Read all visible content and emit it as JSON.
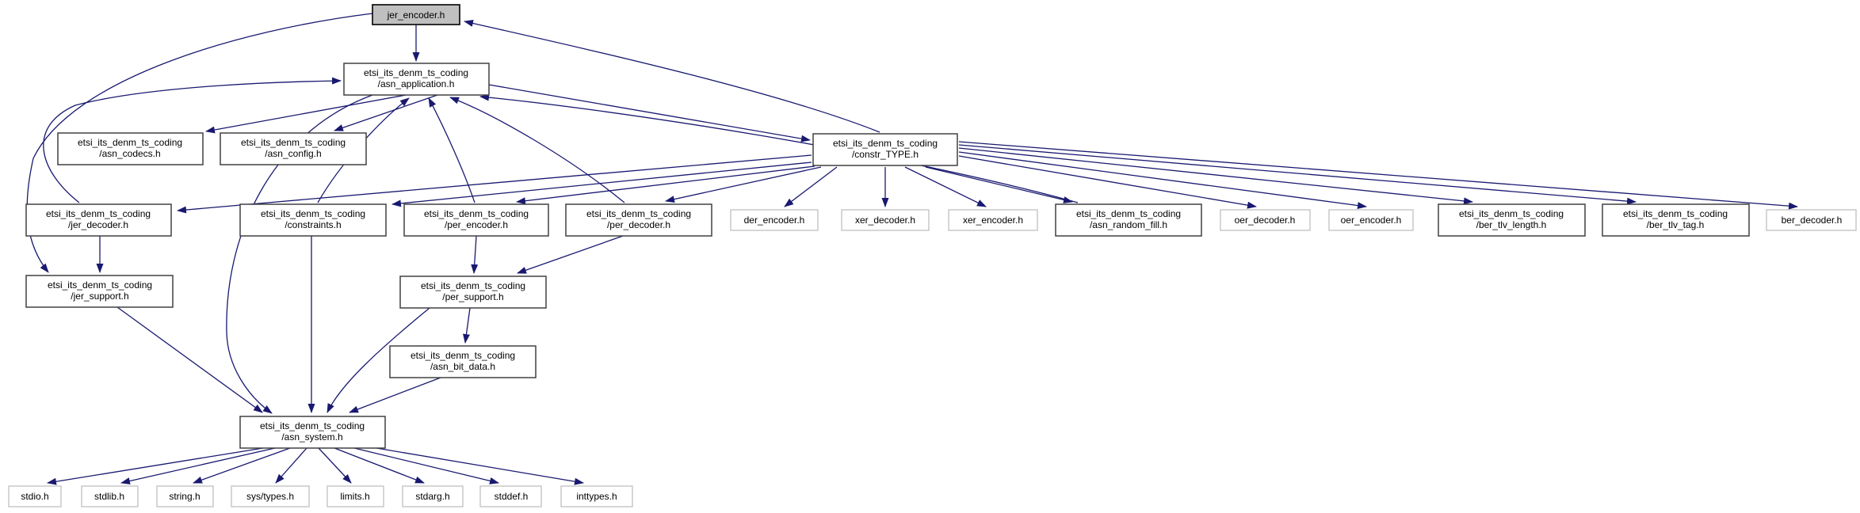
{
  "diagram": {
    "kind": "include-dependency-graph",
    "root": "jer_encoder.h",
    "colors": {
      "edge": "#191970",
      "internal_node_border": "#404040",
      "external_node_border": "#c0c0c0",
      "root_node_fill": "#bfbfbf",
      "node_fill": "#ffffff",
      "text": "#000000",
      "background": "#ffffff"
    },
    "nodes": {
      "jer_encoder": {
        "label": "jer_encoder.h"
      },
      "asn_application": {
        "line1": "etsi_its_denm_ts_coding",
        "line2": "/asn_application.h"
      },
      "asn_codecs": {
        "line1": "etsi_its_denm_ts_coding",
        "line2": "/asn_codecs.h"
      },
      "asn_config": {
        "line1": "etsi_its_denm_ts_coding",
        "line2": "/asn_config.h"
      },
      "constr_TYPE": {
        "line1": "etsi_its_denm_ts_coding",
        "line2": "/constr_TYPE.h"
      },
      "jer_decoder": {
        "line1": "etsi_its_denm_ts_coding",
        "line2": "/jer_decoder.h"
      },
      "constraints": {
        "line1": "etsi_its_denm_ts_coding",
        "line2": "/constraints.h"
      },
      "per_encoder": {
        "line1": "etsi_its_denm_ts_coding",
        "line2": "/per_encoder.h"
      },
      "per_decoder": {
        "line1": "etsi_its_denm_ts_coding",
        "line2": "/per_decoder.h"
      },
      "der_encoder": {
        "label": "der_encoder.h"
      },
      "xer_decoder": {
        "label": "xer_decoder.h"
      },
      "xer_encoder": {
        "label": "xer_encoder.h"
      },
      "asn_random_fill": {
        "line1": "etsi_its_denm_ts_coding",
        "line2": "/asn_random_fill.h"
      },
      "oer_decoder": {
        "label": "oer_decoder.h"
      },
      "oer_encoder": {
        "label": "oer_encoder.h"
      },
      "ber_tlv_length": {
        "line1": "etsi_its_denm_ts_coding",
        "line2": "/ber_tlv_length.h"
      },
      "ber_tlv_tag": {
        "line1": "etsi_its_denm_ts_coding",
        "line2": "/ber_tlv_tag.h"
      },
      "ber_decoder": {
        "label": "ber_decoder.h"
      },
      "jer_support": {
        "line1": "etsi_its_denm_ts_coding",
        "line2": "/jer_support.h"
      },
      "per_support": {
        "line1": "etsi_its_denm_ts_coding",
        "line2": "/per_support.h"
      },
      "asn_bit_data": {
        "line1": "etsi_its_denm_ts_coding",
        "line2": "/asn_bit_data.h"
      },
      "asn_system": {
        "line1": "etsi_its_denm_ts_coding",
        "line2": "/asn_system.h"
      },
      "stdio": {
        "label": "stdio.h"
      },
      "stdlib": {
        "label": "stdlib.h"
      },
      "string": {
        "label": "string.h"
      },
      "sys_types": {
        "label": "sys/types.h"
      },
      "limits": {
        "label": "limits.h"
      },
      "stdarg": {
        "label": "stdarg.h"
      },
      "stddef": {
        "label": "stddef.h"
      },
      "inttypes": {
        "label": "inttypes.h"
      }
    },
    "edges": [
      {
        "from": "jer_encoder.h",
        "to": "etsi_its_denm_ts_coding/asn_application.h"
      },
      {
        "from": "jer_encoder.h",
        "to": "etsi_its_denm_ts_coding/jer_support.h"
      },
      {
        "from": "etsi_its_denm_ts_coding/asn_application.h",
        "to": "etsi_its_denm_ts_coding/asn_codecs.h"
      },
      {
        "from": "etsi_its_denm_ts_coding/asn_application.h",
        "to": "etsi_its_denm_ts_coding/asn_config.h"
      },
      {
        "from": "etsi_its_denm_ts_coding/asn_application.h",
        "to": "etsi_its_denm_ts_coding/constr_TYPE.h"
      },
      {
        "from": "etsi_its_denm_ts_coding/asn_application.h",
        "to": "etsi_its_denm_ts_coding/asn_system.h"
      },
      {
        "from": "etsi_its_denm_ts_coding/jer_decoder.h",
        "to": "etsi_its_denm_ts_coding/asn_application.h"
      },
      {
        "from": "etsi_its_denm_ts_coding/constraints.h",
        "to": "etsi_its_denm_ts_coding/asn_application.h"
      },
      {
        "from": "etsi_its_denm_ts_coding/per_encoder.h",
        "to": "etsi_its_denm_ts_coding/asn_application.h"
      },
      {
        "from": "etsi_its_denm_ts_coding/per_decoder.h",
        "to": "etsi_its_denm_ts_coding/asn_application.h"
      },
      {
        "from": "etsi_its_denm_ts_coding/asn_random_fill.h",
        "to": "etsi_its_denm_ts_coding/asn_application.h"
      },
      {
        "from": "etsi_its_denm_ts_coding/constr_TYPE.h",
        "to": "jer_encoder.h"
      },
      {
        "from": "etsi_its_denm_ts_coding/constr_TYPE.h",
        "to": "etsi_its_denm_ts_coding/jer_decoder.h"
      },
      {
        "from": "etsi_its_denm_ts_coding/constr_TYPE.h",
        "to": "etsi_its_denm_ts_coding/constraints.h"
      },
      {
        "from": "etsi_its_denm_ts_coding/constr_TYPE.h",
        "to": "etsi_its_denm_ts_coding/per_encoder.h"
      },
      {
        "from": "etsi_its_denm_ts_coding/constr_TYPE.h",
        "to": "etsi_its_denm_ts_coding/per_decoder.h"
      },
      {
        "from": "etsi_its_denm_ts_coding/constr_TYPE.h",
        "to": "der_encoder.h"
      },
      {
        "from": "etsi_its_denm_ts_coding/constr_TYPE.h",
        "to": "xer_decoder.h"
      },
      {
        "from": "etsi_its_denm_ts_coding/constr_TYPE.h",
        "to": "xer_encoder.h"
      },
      {
        "from": "etsi_its_denm_ts_coding/constr_TYPE.h",
        "to": "etsi_its_denm_ts_coding/asn_random_fill.h"
      },
      {
        "from": "etsi_its_denm_ts_coding/constr_TYPE.h",
        "to": "oer_decoder.h"
      },
      {
        "from": "etsi_its_denm_ts_coding/constr_TYPE.h",
        "to": "oer_encoder.h"
      },
      {
        "from": "etsi_its_denm_ts_coding/constr_TYPE.h",
        "to": "etsi_its_denm_ts_coding/ber_tlv_length.h"
      },
      {
        "from": "etsi_its_denm_ts_coding/constr_TYPE.h",
        "to": "etsi_its_denm_ts_coding/ber_tlv_tag.h"
      },
      {
        "from": "etsi_its_denm_ts_coding/constr_TYPE.h",
        "to": "ber_decoder.h"
      },
      {
        "from": "etsi_its_denm_ts_coding/jer_decoder.h",
        "to": "etsi_its_denm_ts_coding/jer_support.h"
      },
      {
        "from": "etsi_its_denm_ts_coding/per_encoder.h",
        "to": "etsi_its_denm_ts_coding/per_support.h"
      },
      {
        "from": "etsi_its_denm_ts_coding/per_decoder.h",
        "to": "etsi_its_denm_ts_coding/per_support.h"
      },
      {
        "from": "etsi_its_denm_ts_coding/per_support.h",
        "to": "etsi_its_denm_ts_coding/asn_bit_data.h"
      },
      {
        "from": "etsi_its_denm_ts_coding/per_support.h",
        "to": "etsi_its_denm_ts_coding/asn_system.h"
      },
      {
        "from": "etsi_its_denm_ts_coding/asn_bit_data.h",
        "to": "etsi_its_denm_ts_coding/asn_system.h"
      },
      {
        "from": "etsi_its_denm_ts_coding/jer_support.h",
        "to": "etsi_its_denm_ts_coding/asn_system.h"
      },
      {
        "from": "etsi_its_denm_ts_coding/constraints.h",
        "to": "etsi_its_denm_ts_coding/asn_system.h"
      },
      {
        "from": "etsi_its_denm_ts_coding/asn_system.h",
        "to": "stdio.h"
      },
      {
        "from": "etsi_its_denm_ts_coding/asn_system.h",
        "to": "stdlib.h"
      },
      {
        "from": "etsi_its_denm_ts_coding/asn_system.h",
        "to": "string.h"
      },
      {
        "from": "etsi_its_denm_ts_coding/asn_system.h",
        "to": "sys/types.h"
      },
      {
        "from": "etsi_its_denm_ts_coding/asn_system.h",
        "to": "limits.h"
      },
      {
        "from": "etsi_its_denm_ts_coding/asn_system.h",
        "to": "stdarg.h"
      },
      {
        "from": "etsi_its_denm_ts_coding/asn_system.h",
        "to": "stddef.h"
      },
      {
        "from": "etsi_its_denm_ts_coding/asn_system.h",
        "to": "inttypes.h"
      }
    ]
  }
}
